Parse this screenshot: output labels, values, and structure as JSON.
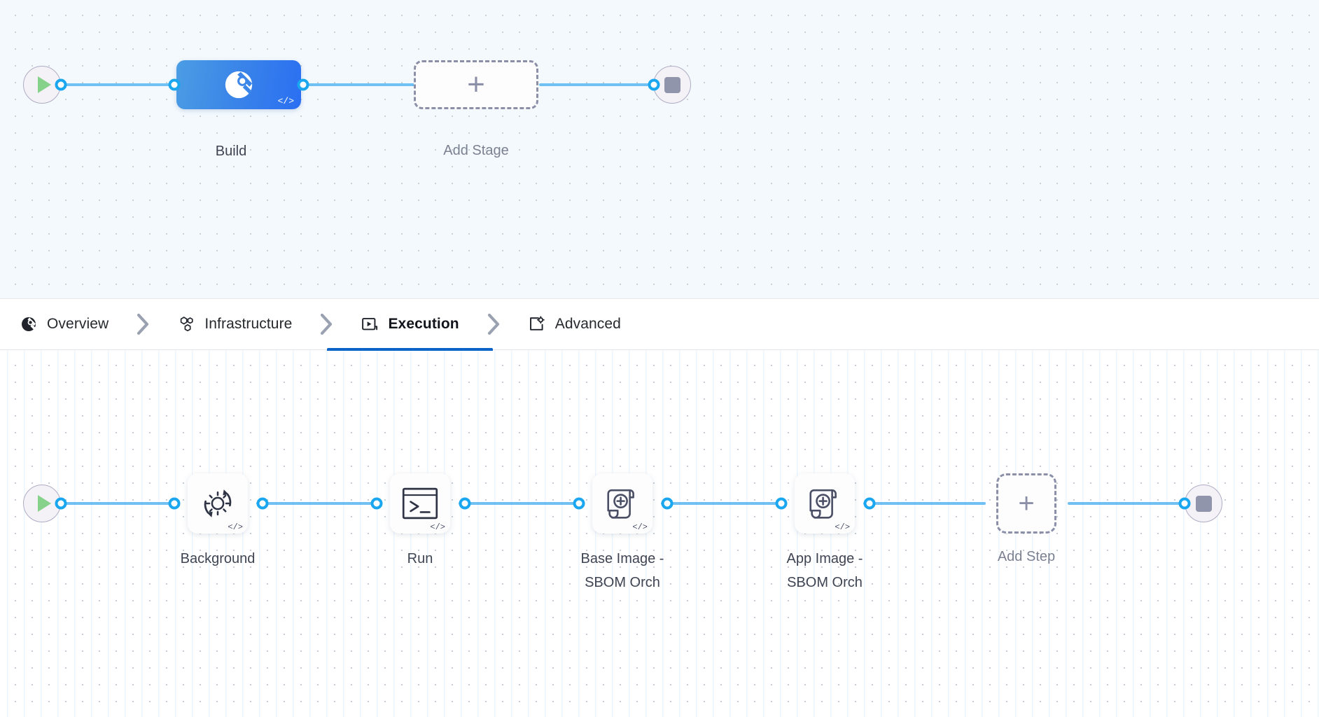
{
  "stage_canvas": {
    "name": "pipeline-stage-canvas",
    "background_color": "#f4f9fd",
    "start_node": {
      "icon": "play-icon",
      "label": ""
    },
    "end_node": {
      "icon": "stop-icon",
      "label": ""
    },
    "stages": [
      {
        "id": "build",
        "label": "Build",
        "icon": "harness-ci-icon",
        "badge": "</>",
        "selected": true,
        "color": "#2a6ff2"
      }
    ],
    "add_stage": {
      "label": "Add Stage",
      "icon": "plus-icon"
    }
  },
  "tab_bar": {
    "name": "stage-config-tabs",
    "active_tab": "Execution",
    "accent_color": "#0c64c8",
    "separator_icon": "chevron-right-icon",
    "tabs": [
      {
        "id": "overview",
        "label": "Overview",
        "icon": "harness-overview-icon",
        "active": false
      },
      {
        "id": "infrastructure",
        "label": "Infrastructure",
        "icon": "hexagon-cluster-icon",
        "active": false
      },
      {
        "id": "execution",
        "label": "Execution",
        "icon": "play-box-icon",
        "active": true
      },
      {
        "id": "advanced",
        "label": "Advanced",
        "icon": "square-gear-icon",
        "active": false
      }
    ]
  },
  "step_canvas": {
    "name": "execution-step-canvas",
    "background_color": "#ffffff",
    "start_node": {
      "icon": "play-icon"
    },
    "end_node": {
      "icon": "stop-icon"
    },
    "steps": [
      {
        "id": "background",
        "label": "Background",
        "icon": "gear-refresh-icon",
        "badge": "</>"
      },
      {
        "id": "run",
        "label": "Run",
        "icon": "terminal-icon",
        "badge": "</>"
      },
      {
        "id": "base-image-sbom-orch",
        "label": "Base Image -\nSBOM Orch",
        "label_line1": "Base Image -",
        "label_line2": "SBOM Orch",
        "icon": "scroll-plus-icon",
        "badge": "</>"
      },
      {
        "id": "app-image-sbom-orch",
        "label": "App Image -\nSBOM Orch",
        "label_line1": "App Image -",
        "label_line2": "SBOM Orch",
        "icon": "scroll-plus-icon",
        "badge": "</>"
      }
    ],
    "add_step": {
      "label": "Add Step",
      "icon": "plus-icon"
    }
  }
}
